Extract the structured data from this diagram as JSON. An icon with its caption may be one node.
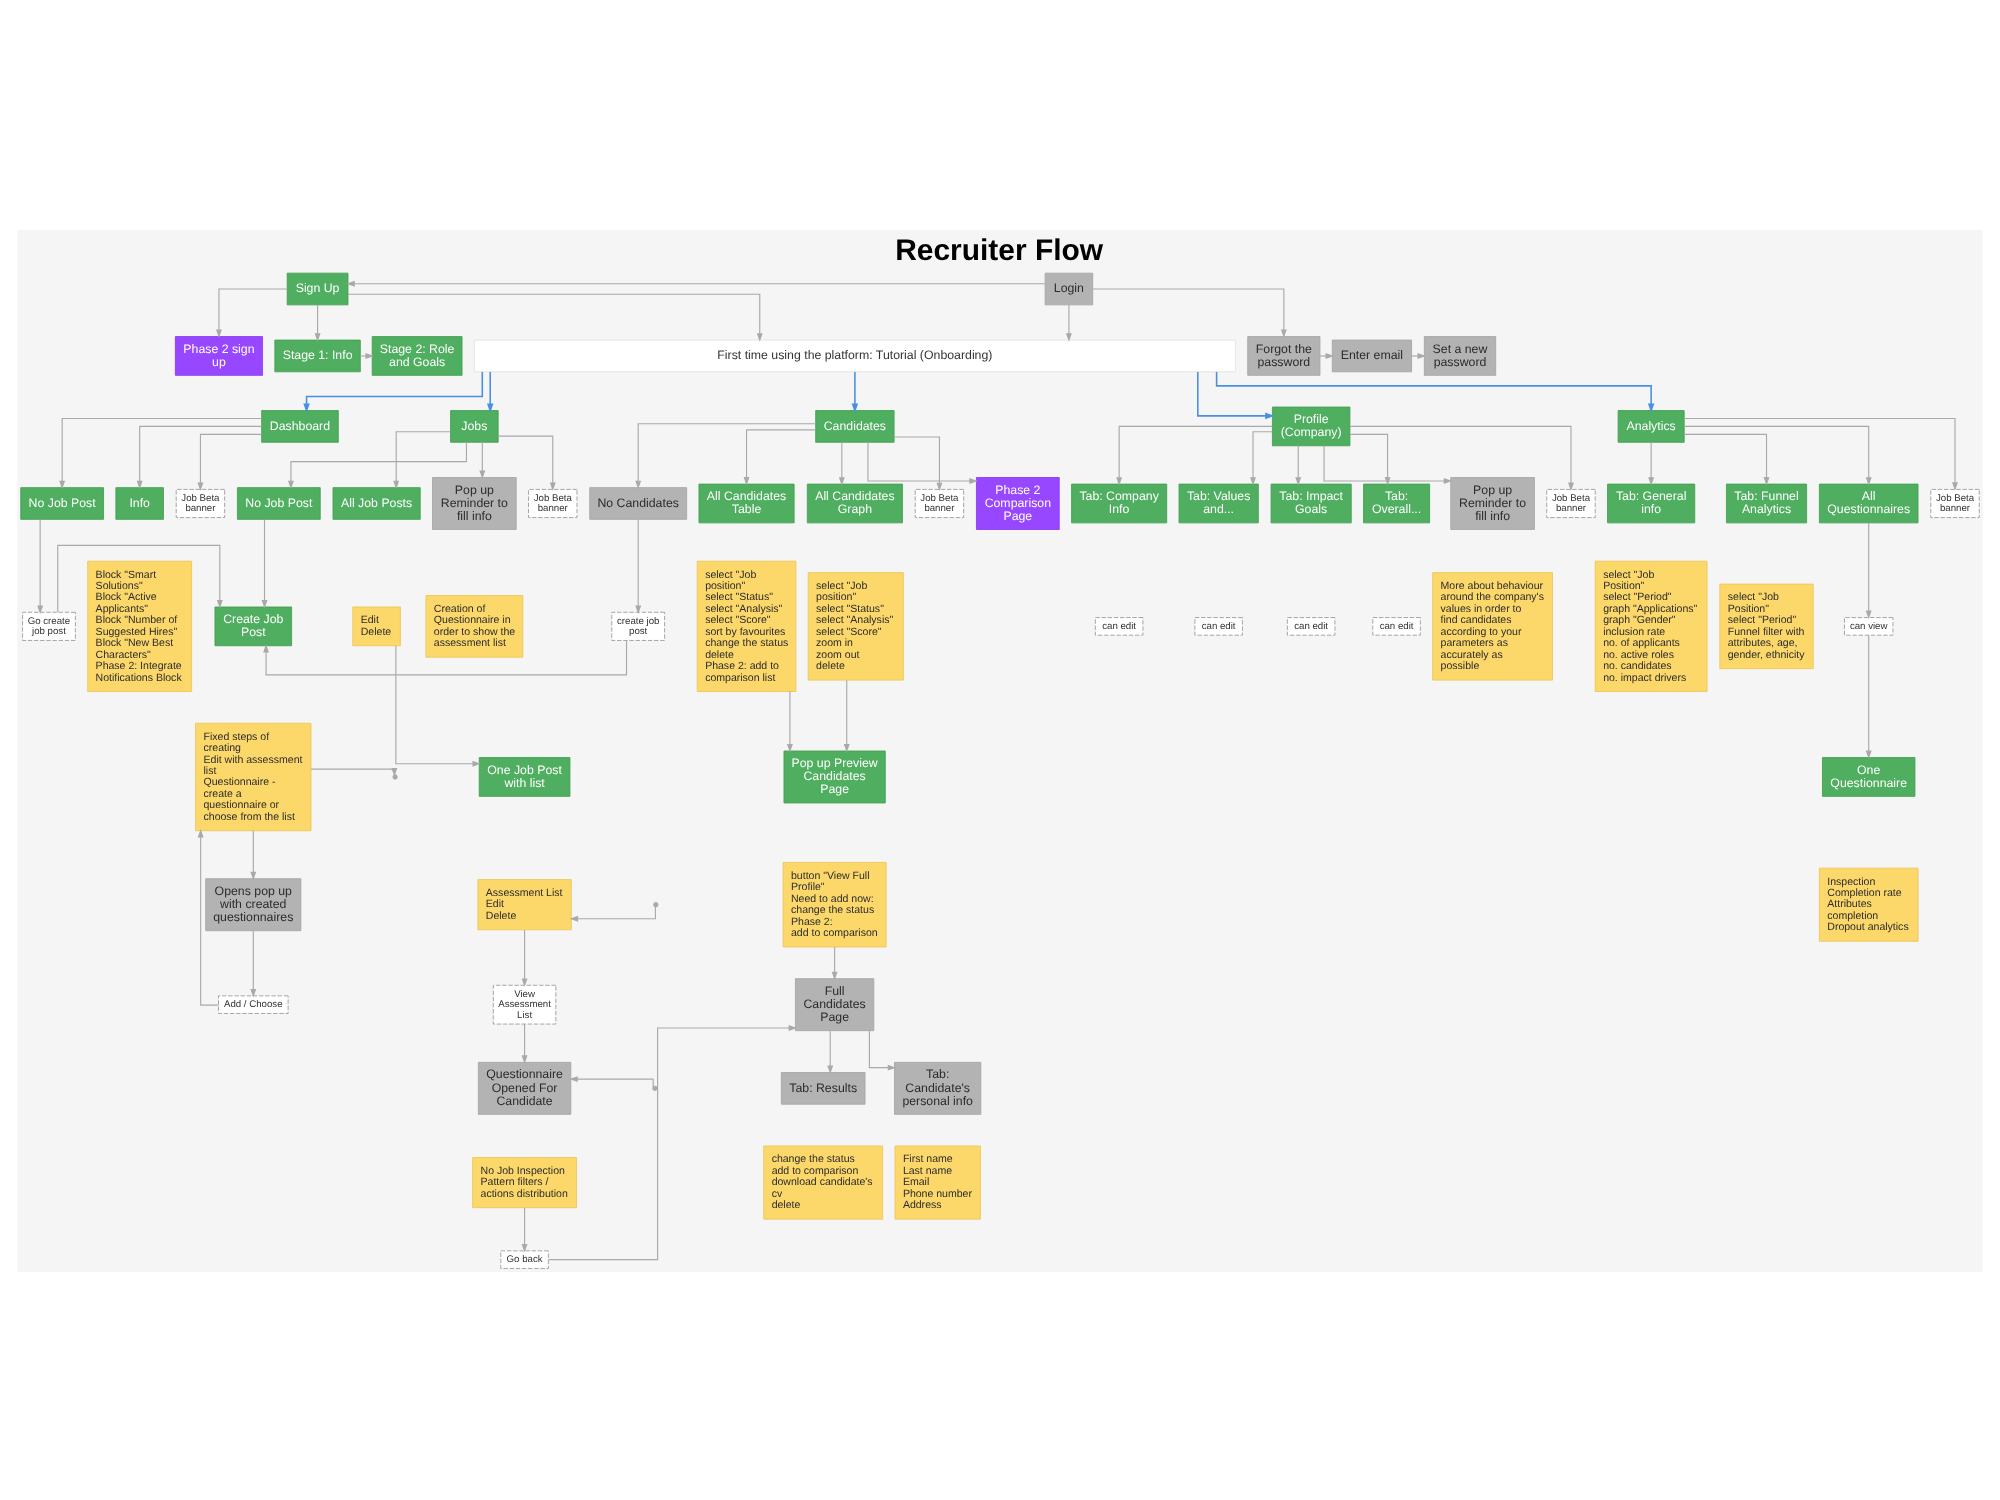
{
  "diagram": {
    "title": "Recruiter Flow",
    "nodes": [
      {
        "text": [
          "Phase 2 sign up"
        ]
      },
      {
        "text": [
          "Forgot the password"
        ]
      },
      {
        "text": [
          "Enter email"
        ]
      },
      {
        "text": [
          "Set a new password"
        ]
      },
      {
        "text": [
          "Sign Up"
        ]
      },
      {
        "text": [
          "Login"
        ]
      },
      {
        "text": [
          "Stage 2: Role and Goals"
        ]
      },
      {
        "text": [
          "Stage 1: Info"
        ]
      },
      {
        "text": [
          "First time using the platform: Tutorial (Onboarding)"
        ]
      },
      {
        "text": [
          "Dashboard"
        ]
      },
      {
        "text": [
          "Jobs"
        ]
      },
      {
        "text": [
          "Candidates"
        ]
      },
      {
        "text": [
          "Profile (Company)"
        ]
      },
      {
        "text": [
          "Analytics"
        ]
      },
      {
        "text": [
          "No Job Post"
        ]
      },
      {
        "text": [
          "Info"
        ]
      },
      {
        "text": [
          "Job Beta banner"
        ]
      },
      {
        "text": [
          "Block \"Smart Solutions\"",
          "Block \"Active Applicants\"",
          "Block \"Number of Suggested Hires\"",
          "Block \"New Best Characters\"",
          "Phase 2: Integrate Notifications Block"
        ]
      },
      {
        "text": [
          "No Job Post"
        ]
      },
      {
        "text": [
          "All Job Posts"
        ]
      },
      {
        "text": [
          "Pop up Reminder to fill info"
        ]
      },
      {
        "text": [
          "Job Beta banner"
        ]
      },
      {
        "text": [
          "Create Job Post"
        ]
      },
      {
        "text": [
          "Edit",
          "Delete"
        ]
      },
      {
        "text": [
          "Creation of Questionnaire in order to show the assessment list"
        ]
      },
      {
        "text": [
          "Fixed steps of creating",
          "Edit with assessment list",
          "Questionnaire - create a questionnaire or choose from the list"
        ]
      },
      {
        "text": [
          "No Candidates"
        ]
      },
      {
        "text": [
          "All Candidates Table"
        ]
      },
      {
        "text": [
          "All Candidates Graph"
        ]
      },
      {
        "text": [
          "Job Beta banner"
        ]
      },
      {
        "text": [
          "Phase 2 Comparison Page"
        ]
      },
      {
        "text": [
          "select \"Job position\"",
          "select \"Status\"",
          "select \"Analysis\"",
          "select \"Score\"",
          "sort by favourites",
          "change the status",
          "delete",
          "Phase 2: add to comparison list"
        ]
      },
      {
        "text": [
          "select \"Job position\"",
          "select \"Status\"",
          "select \"Analysis\"",
          "select \"Score\"",
          "zoom in",
          "zoom out",
          "delete"
        ]
      },
      {
        "text": [
          "Tab: Company Info"
        ]
      },
      {
        "text": [
          "Tab: Values and..."
        ]
      },
      {
        "text": [
          "Tab: Impact Goals"
        ]
      },
      {
        "text": [
          "Tab: Overall..."
        ]
      },
      {
        "text": [
          "Pop up Reminder to fill info"
        ]
      },
      {
        "text": [
          "Job Beta banner"
        ]
      },
      {
        "text": [
          "can edit"
        ]
      },
      {
        "text": [
          "can edit"
        ]
      },
      {
        "text": [
          "can edit"
        ]
      },
      {
        "text": [
          "can edit"
        ]
      },
      {
        "text": [
          "More about behaviour around the company's values in order to find candidates according to your parameters as accurately as possible"
        ]
      },
      {
        "text": [
          "Tab: General info"
        ]
      },
      {
        "text": [
          "Tab: Funnel Analytics"
        ]
      },
      {
        "text": [
          "All Questionnaires"
        ]
      },
      {
        "text": [
          "Job Beta banner"
        ]
      },
      {
        "text": [
          "can view"
        ]
      },
      {
        "text": [
          "One Questionnaire"
        ]
      },
      {
        "text": [
          "select \"Job Position\"",
          "select \"Period\"",
          "graph \"Applications\"",
          "graph \"Gender\"",
          "inclusion rate",
          "no. of applicants",
          "no. active roles",
          "no. candidates",
          "no. impact drivers"
        ]
      },
      {
        "text": [
          "select \"Job Position\"",
          "select \"Period\"",
          "Funnel filter with attributes, age, gender, ethnicity"
        ]
      },
      {
        "text": [
          "Inspection",
          "Completion rate",
          "Attributes completion",
          "Dropout analytics"
        ]
      },
      {
        "text": [
          "Go create job post"
        ]
      },
      {
        "text": [
          "create job post"
        ]
      },
      {
        "text": [
          "Opens pop up with created questionnaires"
        ]
      },
      {
        "text": [
          "One Job Post with list"
        ]
      },
      {
        "text": [
          "Pop up Preview Candidates Page"
        ]
      },
      {
        "text": [
          "Add / Choose"
        ]
      },
      {
        "text": [
          "Assessment List",
          "Edit",
          "Delete"
        ]
      },
      {
        "text": [
          "button \"View Full Profile\"",
          "Need to add now:",
          "change the status",
          "Phase 2:",
          "add to comparison"
        ]
      },
      {
        "text": [
          "View Assessment List"
        ]
      },
      {
        "text": [
          "Full Candidates Page"
        ]
      },
      {
        "text": [
          "Tab: Results"
        ]
      },
      {
        "text": [
          "Tab: Candidate's personal info"
        ]
      },
      {
        "text": [
          "change the status",
          "add to comparison",
          "download candidate's cv",
          "delete"
        ]
      },
      {
        "text": [
          "First name",
          "Last name",
          "Email",
          "Phone number",
          "Address"
        ]
      },
      {
        "text": [
          "Questionnaire Opened For Candidate"
        ]
      },
      {
        "text": [
          "No Job Inspection",
          "Pattern filters / actions distribution"
        ]
      },
      {
        "text": [
          "Go back"
        ]
      }
    ],
    "edges": [
      {
        "from": 4,
        "to": 7,
        "arrow": "to"
      },
      {
        "from": 7,
        "to": 6,
        "arrow": "to"
      },
      {
        "from": 4,
        "to": 0,
        "arrow": "to"
      },
      {
        "from": 5,
        "to": 4,
        "arrow": "to"
      },
      {
        "from": 5,
        "to": 1,
        "arrow": "to"
      },
      {
        "from": 1,
        "to": 2,
        "arrow": "to"
      },
      {
        "from": 2,
        "to": 3,
        "arrow": "to"
      },
      {
        "from": 4,
        "to": 8,
        "arrow": "to"
      },
      {
        "from": 5,
        "to": 8,
        "arrow": "to"
      },
      {
        "from": 8,
        "to": 9,
        "arrow": "to",
        "color": "#4a90e2"
      },
      {
        "from": 8,
        "to": 10,
        "arrow": "to",
        "color": "#4a90e2"
      },
      {
        "from": 8,
        "to": 11,
        "arrow": "to",
        "color": "#4a90e2"
      },
      {
        "from": 8,
        "to": 12,
        "arrow": "to",
        "color": "#4a90e2"
      },
      {
        "from": 8,
        "to": 13,
        "arrow": "to",
        "color": "#4a90e2"
      },
      {
        "from": 9,
        "to": 14,
        "arrow": "to"
      },
      {
        "from": 9,
        "to": 15,
        "arrow": "to"
      },
      {
        "from": 9,
        "to": 16,
        "arrow": "to"
      },
      {
        "from": 14,
        "to": 53,
        "arrow": "to"
      },
      {
        "from": 53,
        "to": 22,
        "arrow": "to"
      },
      {
        "from": 10,
        "to": 18,
        "arrow": "to"
      },
      {
        "from": 10,
        "to": 19,
        "arrow": "to"
      },
      {
        "from": 10,
        "to": 20,
        "arrow": "to"
      },
      {
        "from": 10,
        "to": 21,
        "arrow": "to"
      },
      {
        "from": 18,
        "to": 22,
        "arrow": "to"
      },
      {
        "from": 25,
        "to": 55,
        "arrow": "to"
      },
      {
        "from": 55,
        "to": 58,
        "arrow": "to"
      },
      {
        "from": 58,
        "to": 25,
        "arrow": "to"
      },
      {
        "from": 23,
        "to": 56,
        "arrow": "to"
      },
      {
        "from": 59,
        "to": 61,
        "arrow": "to"
      },
      {
        "from": 61,
        "to": 67,
        "arrow": "to"
      },
      {
        "from": null,
        "to": 59,
        "arrow": "to"
      },
      {
        "from": 25,
        "to": null,
        "arrow": "to"
      },
      {
        "from": 54,
        "to": 22,
        "arrow": "to"
      },
      {
        "from": 11,
        "to": 26,
        "arrow": "to"
      },
      {
        "from": 11,
        "to": 27,
        "arrow": "to"
      },
      {
        "from": 11,
        "to": 28,
        "arrow": "to"
      },
      {
        "from": 11,
        "to": 29,
        "arrow": "to"
      },
      {
        "from": 11,
        "to": 30,
        "arrow": "to"
      },
      {
        "from": 26,
        "to": 54,
        "arrow": "to"
      },
      {
        "from": 31,
        "to": 57,
        "arrow": "to"
      },
      {
        "from": 32,
        "to": 57,
        "arrow": "to"
      },
      {
        "from": 60,
        "to": 62,
        "arrow": "to"
      },
      {
        "from": 62,
        "to": 63,
        "arrow": "to"
      },
      {
        "from": 62,
        "to": 64,
        "arrow": "to"
      },
      {
        "from": 69,
        "to": 62,
        "arrow": "to"
      },
      {
        "from": 12,
        "to": 33,
        "arrow": "to"
      },
      {
        "from": 12,
        "to": 34,
        "arrow": "to"
      },
      {
        "from": 12,
        "to": 35,
        "arrow": "to"
      },
      {
        "from": 12,
        "to": 36,
        "arrow": "to"
      },
      {
        "from": 12,
        "to": 37,
        "arrow": "to"
      },
      {
        "from": 12,
        "to": 38,
        "arrow": "to"
      },
      {
        "from": 13,
        "to": 44,
        "arrow": "to"
      },
      {
        "from": 13,
        "to": 45,
        "arrow": "to"
      },
      {
        "from": 13,
        "to": 46,
        "arrow": "to"
      },
      {
        "from": 13,
        "to": 47,
        "arrow": "to"
      },
      {
        "from": 46,
        "to": 48,
        "arrow": "to"
      },
      {
        "from": 48,
        "to": 49,
        "arrow": "to"
      },
      {
        "from": 68,
        "to": 69,
        "arrow": "to"
      },
      {
        "from": null,
        "to": 67,
        "arrow": "to"
      }
    ]
  }
}
